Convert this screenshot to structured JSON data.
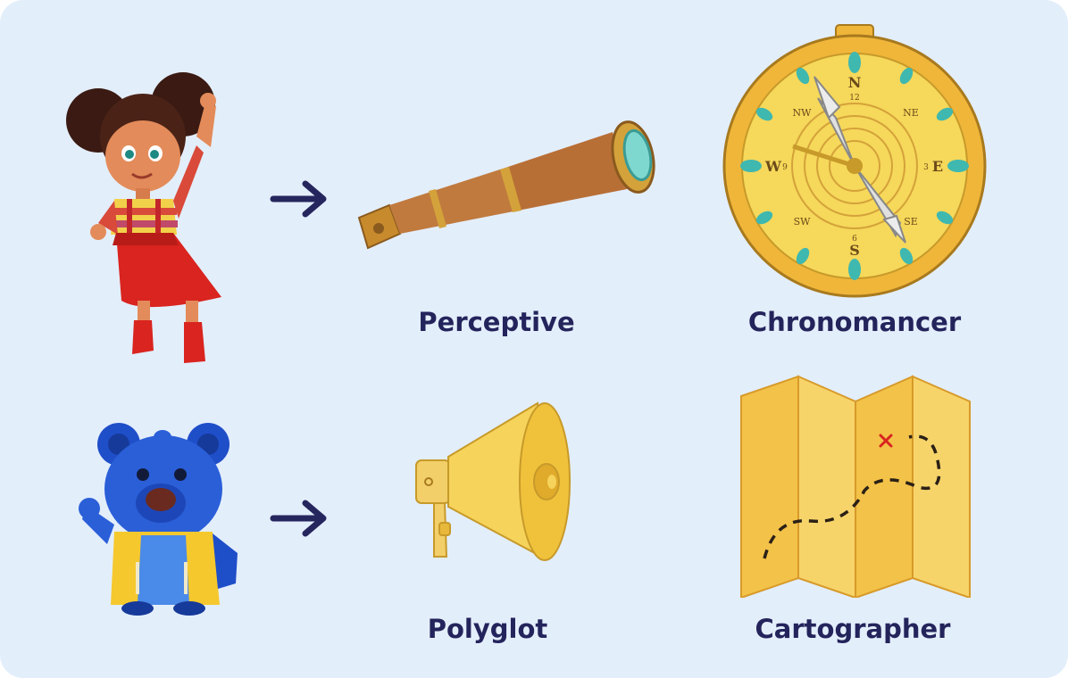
{
  "rows": [
    {
      "character": "girl",
      "items": [
        {
          "label": "Perceptive",
          "icon": "telescope-icon"
        },
        {
          "label": "Chronomancer",
          "icon": "compass-icon"
        }
      ]
    },
    {
      "character": "bear",
      "items": [
        {
          "label": "Polyglot",
          "icon": "megaphone-icon"
        },
        {
          "label": "Cartographer",
          "icon": "map-icon"
        }
      ]
    }
  ],
  "compass": {
    "n": "N",
    "s": "S",
    "e": "E",
    "w": "W",
    "ne": "NE",
    "nw": "NW",
    "se": "SE",
    "sw": "SW",
    "n12": "12",
    "n3": "3",
    "n6": "6",
    "n9": "9"
  },
  "colors": {
    "background": "#e3eefb",
    "label": "#24245c",
    "arrow": "#26265e",
    "gold": "#f5c842",
    "teal": "#3fb8b0"
  }
}
